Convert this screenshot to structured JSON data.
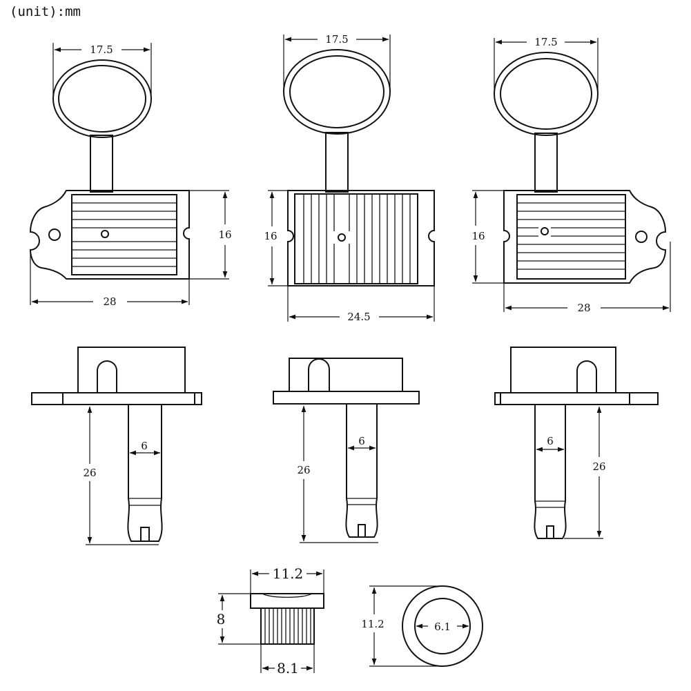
{
  "unit_label": "(unit):mm",
  "top_views": {
    "left": {
      "knob_width": "17.5",
      "height": "16",
      "width": "28"
    },
    "middle": {
      "knob_width": "17.5",
      "height": "16",
      "width": "24.5"
    },
    "right": {
      "knob_width": "17.5",
      "height": "16",
      "width": "28"
    }
  },
  "side_views": {
    "left": {
      "post_diameter": "6",
      "post_length": "26"
    },
    "middle": {
      "post_diameter": "6",
      "post_length": "26"
    },
    "right": {
      "post_diameter": "6",
      "post_length": "26"
    }
  },
  "bushing": {
    "flange_diameter": "11.2",
    "height": "8",
    "body_diameter": "8.1",
    "outer_diameter": "11.2",
    "inner_diameter": "6.1"
  }
}
